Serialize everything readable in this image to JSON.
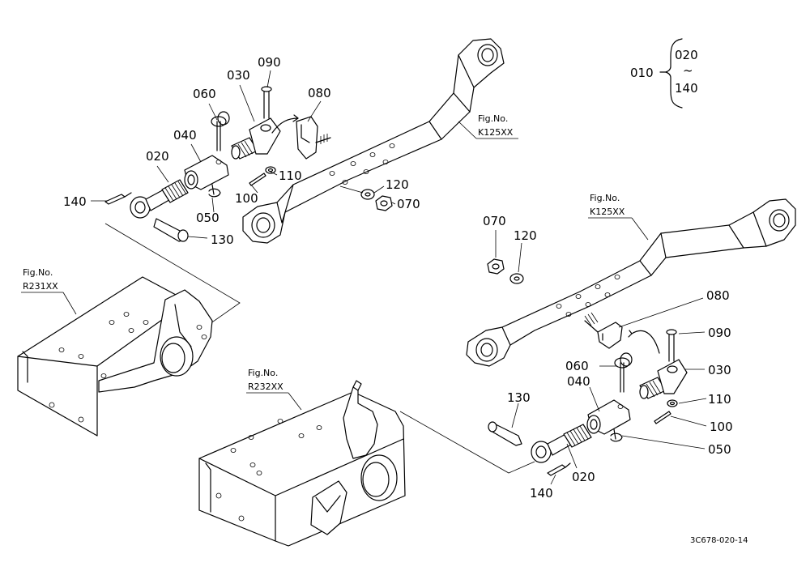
{
  "legend": {
    "main": "010",
    "top": "020",
    "tilde": "~",
    "bottom": "140"
  },
  "fig_refs": {
    "k125_label": "Fig.No.",
    "k125_code": "K125XX",
    "r231_label": "Fig.No.",
    "r231_code": "R231XX",
    "r232_label": "Fig.No.",
    "r232_code": "R232XX"
  },
  "left_assembly": {
    "p020": "020",
    "p030": "030",
    "p040": "040",
    "p050": "050",
    "p060": "060",
    "p070": "070",
    "p080": "080",
    "p090": "090",
    "p100": "100",
    "p110": "110",
    "p120": "120",
    "p130": "130",
    "p140": "140"
  },
  "right_assembly": {
    "p020": "020",
    "p030": "030",
    "p040": "040",
    "p050": "050",
    "p060": "060",
    "p070": "070",
    "p080": "080",
    "p090": "090",
    "p100": "100",
    "p110": "110",
    "p120": "120",
    "p130": "130",
    "p140": "140"
  },
  "drawing_code": "3C678-020-14"
}
